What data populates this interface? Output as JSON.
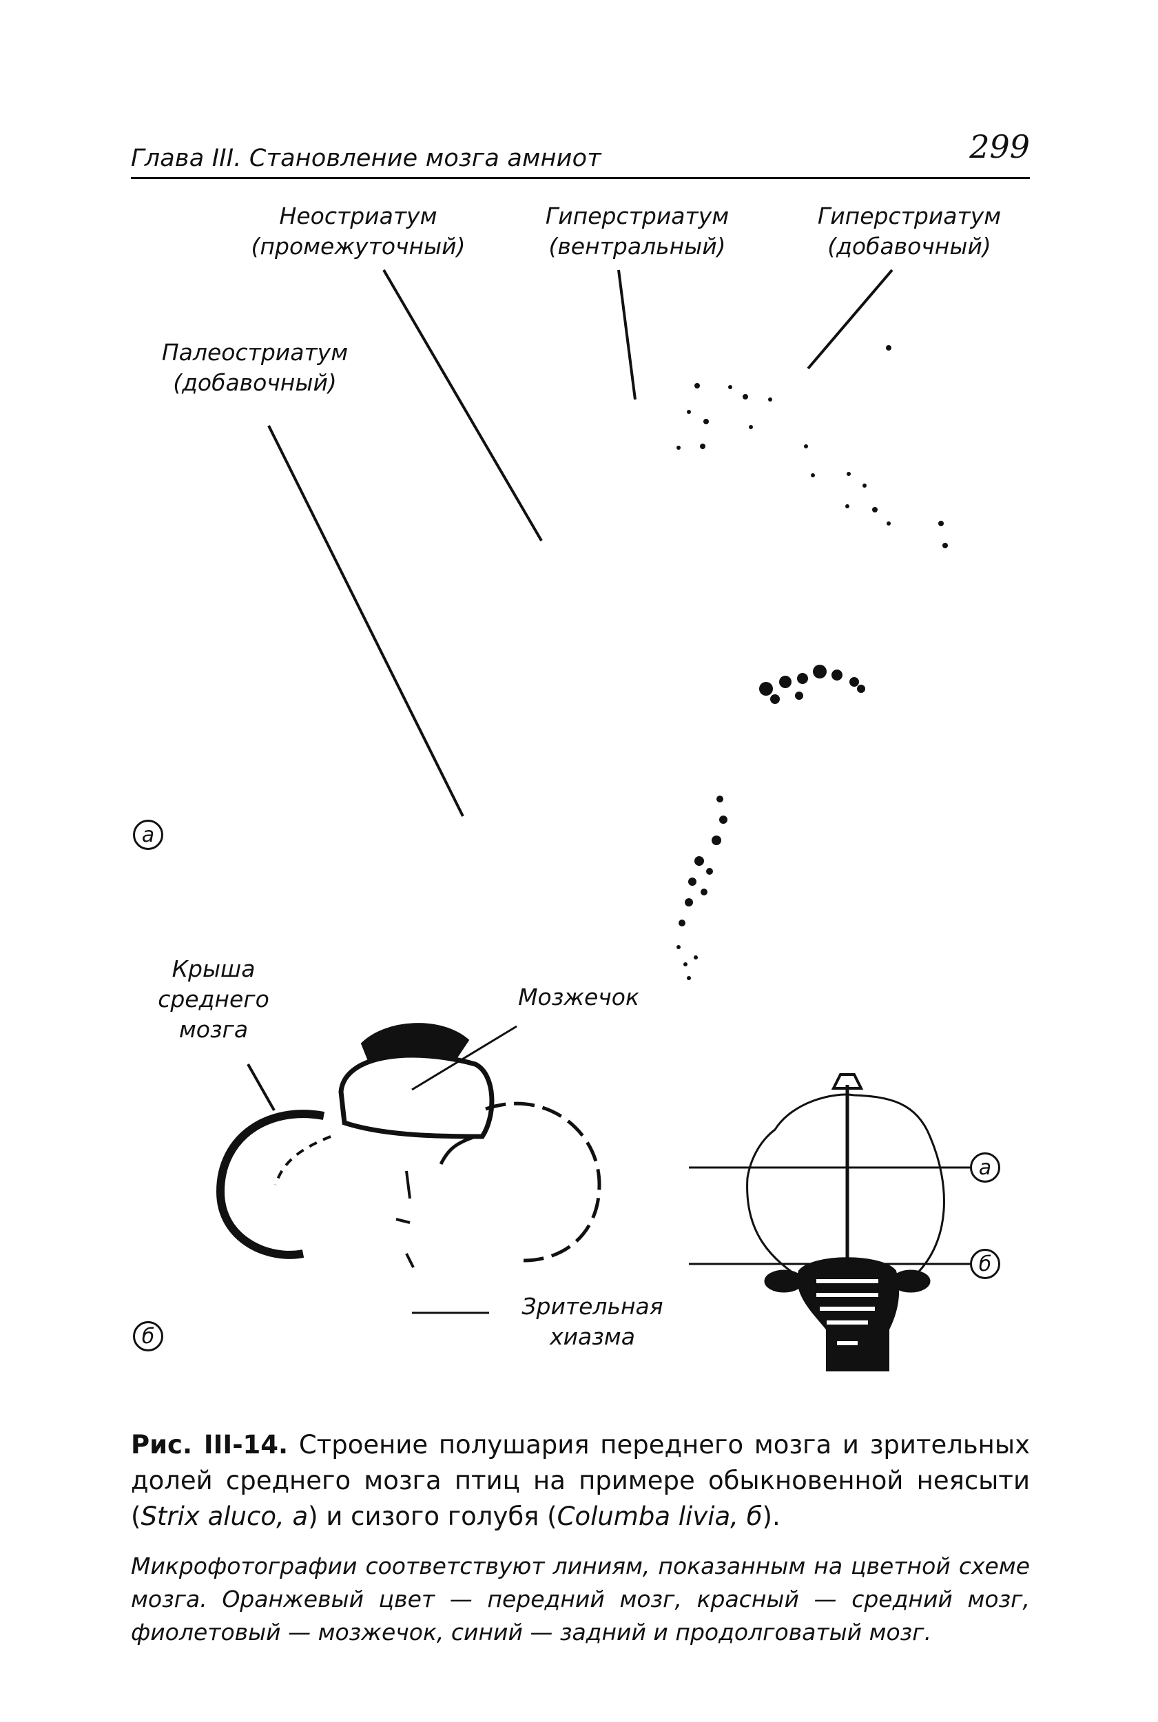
{
  "header": {
    "title": "Глава III. Становление мозга амниот",
    "page_number": "299"
  },
  "panel_a": {
    "marker": "а",
    "labels": {
      "neostriatum_1": "Неостриатум",
      "neostriatum_2": "(промежуточный)",
      "hyperstriatum_ventral_1": "Гиперстриатум",
      "hyperstriatum_ventral_2": "(вентральный)",
      "hyperstriatum_accessory_1": "Гиперстриатум",
      "hyperstriatum_accessory_2": "(добавочный)",
      "paleostriatum_1": "Палеостриатум",
      "paleostriatum_2": "(добавочный)"
    }
  },
  "panel_b": {
    "marker": "б",
    "labels": {
      "tectum_1": "Крыша",
      "tectum_2": "среднего",
      "tectum_3": "мозга",
      "cerebellum": "Мозжечок",
      "chiasm_1": "Зрительная",
      "chiasm_2": "хиазма"
    }
  },
  "schematic": {
    "marker_a": "а",
    "marker_b": "б"
  },
  "caption": {
    "fig_label": "Рис. III-14.",
    "text_1": " Строение полушария переднего мозга и зрительных долей среднего мозга птиц на примере обыкновенной неясыти (",
    "species_1": "Strix aluco, а",
    "text_2": ") и сизого голубя (",
    "species_2": "Columba livia, б",
    "text_3": ")."
  },
  "note": "Микрофотографии соответствуют линиям, показанным на цветной схеме мозга. Оранжевый цвет — передний мозг, красный — средний мозг, фиолетовый — мозжечок, синий — задний и продолговатый мозг."
}
